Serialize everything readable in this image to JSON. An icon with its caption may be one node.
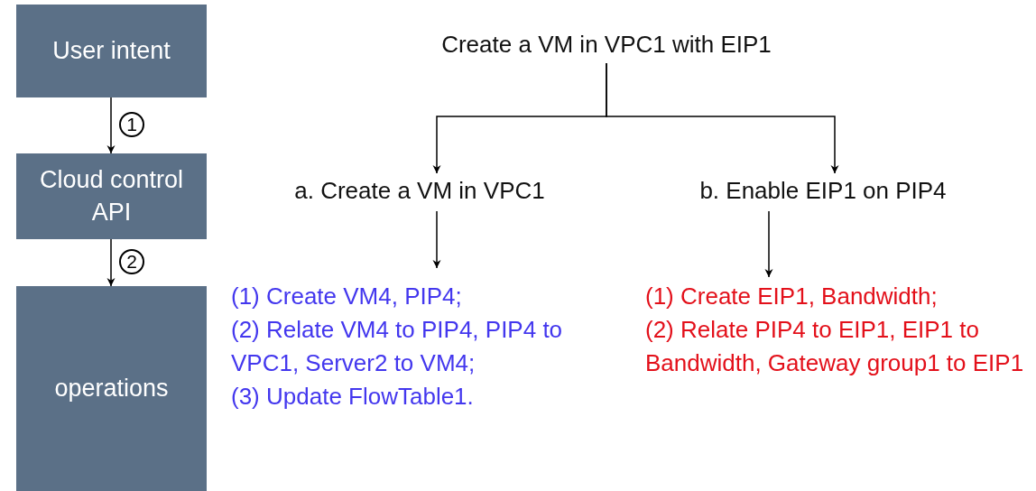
{
  "diagram": {
    "nodes": [
      {
        "text": [
          "User intent"
        ]
      },
      {
        "text": [
          "Cloud control API"
        ]
      },
      {
        "text": [
          "operations"
        ]
      },
      {
        "text": [
          "Create a VM in VPC1 with EIP1"
        ]
      },
      {
        "text": [
          "a. Create a VM in VPC1"
        ]
      },
      {
        "text": [
          "b. Enable EIP1 on PIP4"
        ]
      },
      {
        "text": [
          "(1) Create VM4, PIP4;",
          "(2) Relate VM4 to PIP4, PIP4 to VPC1, Server2 to VM4;",
          "(3) Update FlowTable1."
        ]
      },
      {
        "text": [
          "(1) Create EIP1, Bandwidth;",
          "(2) Relate PIP4 to EIP1, EIP1 to Bandwidth, Gateway group1 to EIP1"
        ]
      }
    ],
    "edges": [
      {
        "from": 0,
        "to": 1,
        "arrow": "to",
        "label": "1"
      },
      {
        "from": 1,
        "to": 2,
        "arrow": "to",
        "label": "2"
      },
      {
        "from": 3,
        "to": 4,
        "arrow": "to"
      },
      {
        "from": 3,
        "to": 5,
        "arrow": "to"
      },
      {
        "from": 4,
        "to": 6,
        "arrow": "to"
      },
      {
        "from": 5,
        "to": 7,
        "arrow": "to"
      }
    ]
  }
}
